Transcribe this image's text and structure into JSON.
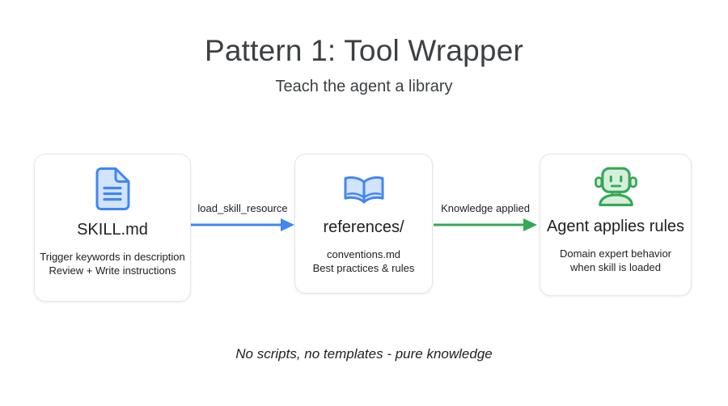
{
  "header": {
    "title": "Pattern 1: Tool Wrapper",
    "subtitle": "Teach the agent a library"
  },
  "nodes": [
    {
      "icon": "document-icon",
      "title": "SKILL.md",
      "lines": [
        "Trigger keywords in description",
        "Review + Write instructions"
      ]
    },
    {
      "icon": "open-book-icon",
      "title": "references/",
      "lines": [
        "conventions.md",
        "Best practices & rules"
      ]
    },
    {
      "icon": "robot-icon",
      "title": "Agent applies rules",
      "lines": [
        "Domain expert behavior",
        "when skill is loaded"
      ]
    }
  ],
  "arrows": [
    {
      "label": "load_skill_resource",
      "color": "#4285f4"
    },
    {
      "label": "Knowledge applied",
      "color": "#34a853"
    }
  ],
  "footer": {
    "note": "No scripts, no templates - pure knowledge"
  },
  "colors": {
    "blue": "#4285f4",
    "blue_light": "#d2e3fc",
    "green": "#34a853",
    "green_light": "#d7eedd",
    "text_dark": "#202124",
    "heading": "#3c4043",
    "card_border": "#e4e6e9"
  }
}
